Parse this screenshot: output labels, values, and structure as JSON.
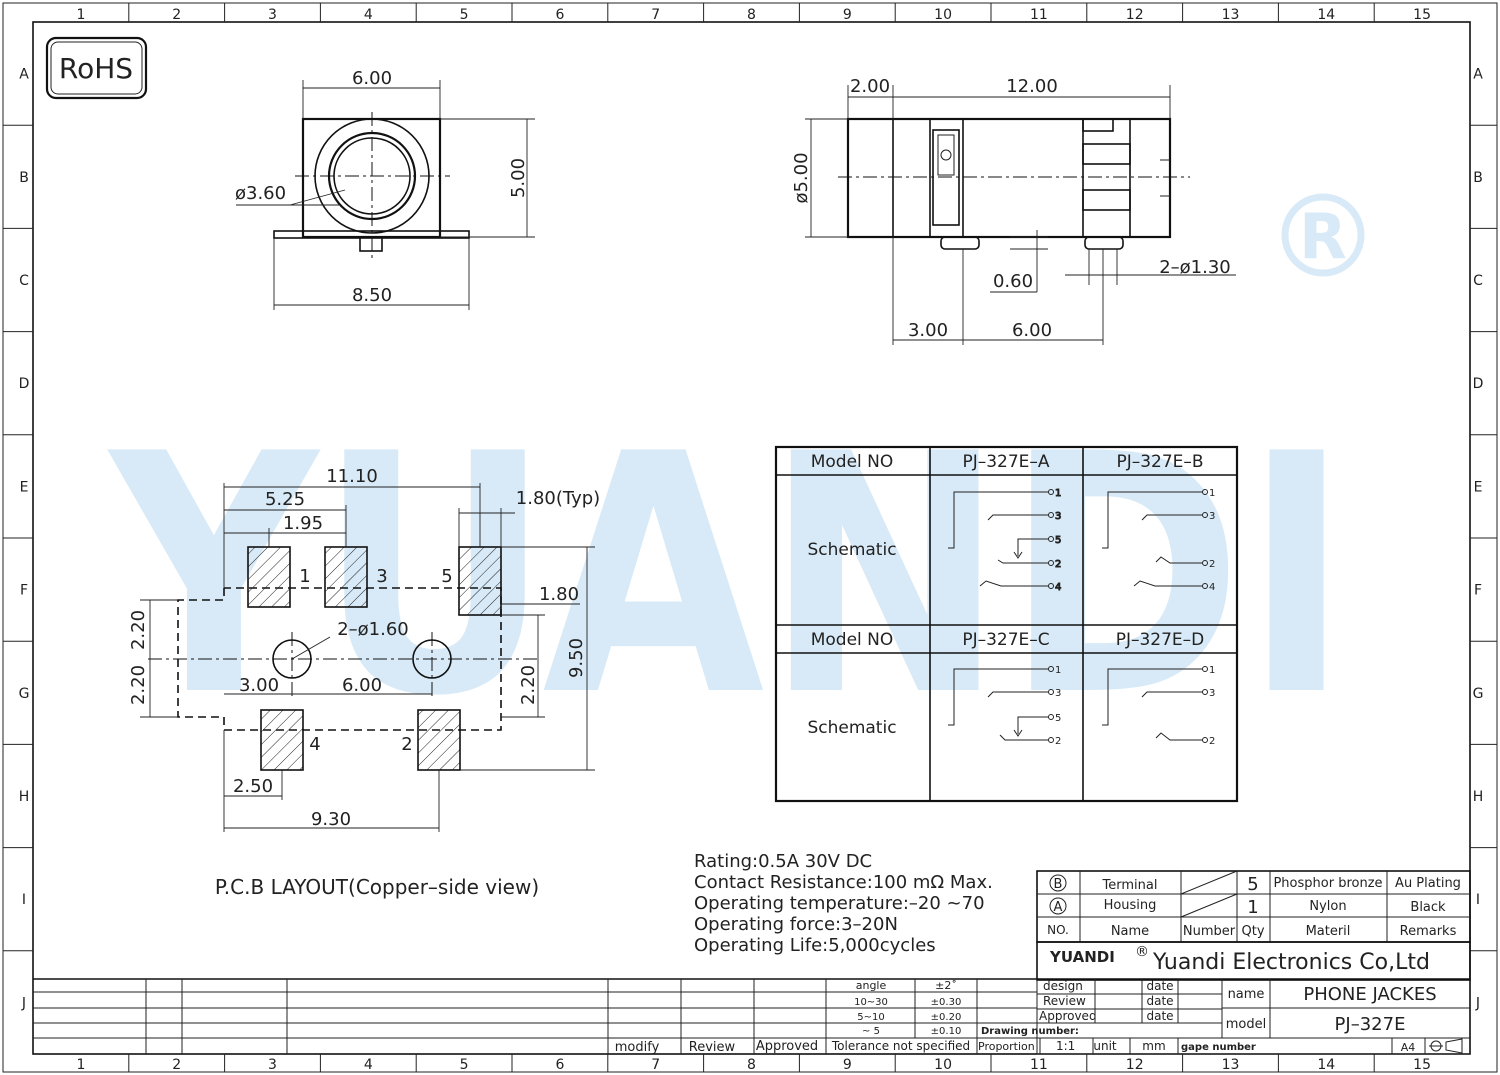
{
  "logo_badge": "RoHS",
  "watermark": {
    "brand": "YUANDI",
    "registered": "®",
    "color_blue": "#2f8fd6",
    "color_green": "#7ac94a"
  },
  "frame": {
    "columns": [
      "1",
      "2",
      "3",
      "4",
      "5",
      "6",
      "7",
      "8",
      "9",
      "10",
      "11",
      "12",
      "13",
      "14",
      "15"
    ],
    "rows": [
      "A",
      "B",
      "C",
      "D",
      "E",
      "F",
      "G",
      "H",
      "I",
      "J"
    ]
  },
  "front_view": {
    "width": "6.00",
    "height": "5.00",
    "hole_dia": "ø3.60",
    "base_width": "8.50"
  },
  "side_view": {
    "front_len": "2.00",
    "body_len": "12.00",
    "body_dia": "ø5.00",
    "step": "0.60",
    "pins_dia": "2–ø1.30",
    "pin_offset": "3.00",
    "pin_pitch": "6.00"
  },
  "pcb_layout": {
    "overall": "11.10",
    "pad_span": "5.25",
    "pad_gap": "1.95",
    "pad_width": "1.80(Typ)",
    "pad_offset": "1.80",
    "holes": "2–ø1.60",
    "hole_left": "3.00",
    "hole_pitch": "6.00",
    "top_220": "2.20",
    "bottom_220": "2.20",
    "right_220": "2.20",
    "height": "9.50",
    "bottom_offset": "2.50",
    "bottom_span": "9.30",
    "pad_labels": [
      "1",
      "3",
      "5",
      "4",
      "2"
    ],
    "caption": "P.C.B LAYOUT(Copper–side view)"
  },
  "schematic_table": {
    "model_header": "Model NO",
    "row_label": "Schematic",
    "models": [
      "PJ–327E–A",
      "PJ–327E–B",
      "PJ–327E–C",
      "PJ–327E–D"
    ],
    "pins": [
      "1",
      "3",
      "5",
      "2",
      "4"
    ]
  },
  "specs": [
    "Rating:0.5A 30V DC",
    "Contact Resistance:100 mΩ Max.",
    "Operating temperature:–20  ~70",
    "Operating force:3–20N",
    "Operating Life:5,000cycles"
  ],
  "bom": {
    "rows": [
      {
        "mark": "B",
        "name": "Terminal",
        "qty": "5",
        "material": "Phosphor bronze",
        "remark": "Au Plating"
      },
      {
        "mark": "A",
        "name": "Housing",
        "qty": "1",
        "material": "Nylon",
        "remark": "Black"
      }
    ],
    "headers": {
      "no": "NO.",
      "name": "Name",
      "number": "Number",
      "qty": "Qty",
      "material": "Materil",
      "remarks": "Remarks"
    }
  },
  "title_block": {
    "company_logo": "YUANDI",
    "company_mark": "®",
    "company": "Yuandi Electronics Co,Ltd",
    "design": "design",
    "review": "Review",
    "approved": "Approved",
    "date": "date",
    "name_label": "name",
    "name_value": "PHONE  JACKES",
    "model_label": "model",
    "model_value": "PJ–327E",
    "drawing_number": "Drawing number:",
    "proportion": "Proportion",
    "proportion_value": "1:1",
    "unit": "unit",
    "unit_value": "mm",
    "page_number": "gape number",
    "sheet": "A4",
    "tolerance": {
      "angle": "angle",
      "angle_val": "±2˚",
      "r1": "10~30",
      "r1v": "±0.30",
      "r2": "5~10",
      "r2v": "±0.20",
      "r3": "~ 5",
      "r3v": "±0.10",
      "title": "Tolerance  not  specified"
    },
    "revision": {
      "modify": "modify",
      "review": "Review",
      "approved": "Approved"
    }
  }
}
